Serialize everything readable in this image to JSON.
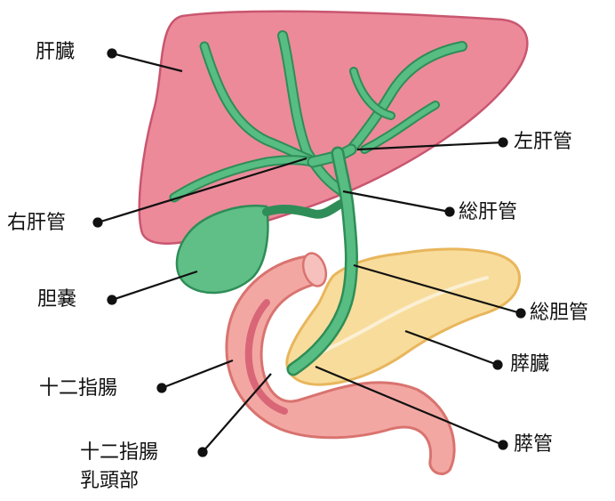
{
  "labels": {
    "liver": "肝臓",
    "left_hepatic_duct": "左肝管",
    "right_hepatic_duct": "右肝管",
    "common_hepatic_duct": "総肝管",
    "gallbladder": "胆嚢",
    "common_bile_duct": "総胆管",
    "pancreas": "膵臓",
    "duodenum": "十二指腸",
    "duodenal_papilla_line1": "十二指腸",
    "duodenal_papilla_line2": "乳頭部",
    "pancreatic_duct": "膵管"
  },
  "colors": {
    "liver": "#ec8a9a",
    "liver_stroke": "#c9566f",
    "bile_duct": "#57bd82",
    "bile_duct_stroke": "#2f8d57",
    "gallbladder": "#5fbf86",
    "pancreas": "#f8dc9b",
    "pancreas_stroke": "#e8b65c",
    "duodenum": "#f3a7a3",
    "duodenum_stroke": "#d9736f",
    "duodenum_inner": "#d96677",
    "leader_line": "#111111"
  }
}
